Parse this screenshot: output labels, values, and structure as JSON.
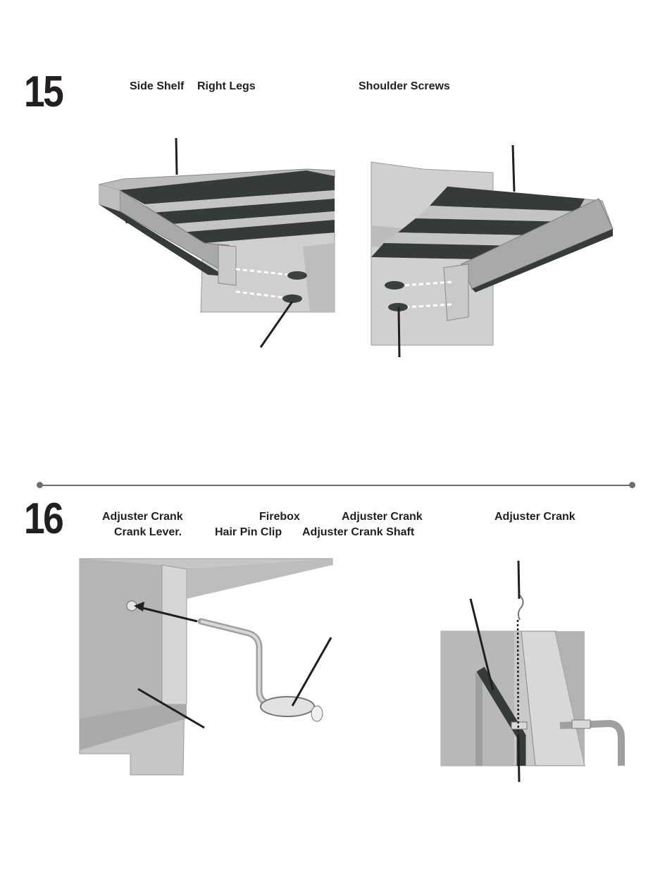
{
  "steps": [
    {
      "number": "15",
      "labels": {
        "side_shelf": "Side Shelf",
        "right_legs": "Right Legs",
        "shoulder_screws": "Shoulder Screws"
      }
    },
    {
      "number": "16",
      "labels": {
        "adjuster_crank_1": "Adjuster Crank",
        "firebox": "Firebox",
        "adjuster_crank_2": "Adjuster Crank",
        "adjuster_crank_3": "Adjuster Crank",
        "crank_lever": "Crank Lever.",
        "hair_pin_clip": "Hair Pin Clip",
        "adjuster_crank_shaft": "Adjuster Crank Shaft"
      }
    }
  ],
  "colors": {
    "text": "#231f20",
    "divider": "#6d6e71",
    "panel_gray": "#c8c8c8",
    "shelf_dark": "#353b3b",
    "shelf_frame": "#b9b9b9"
  }
}
